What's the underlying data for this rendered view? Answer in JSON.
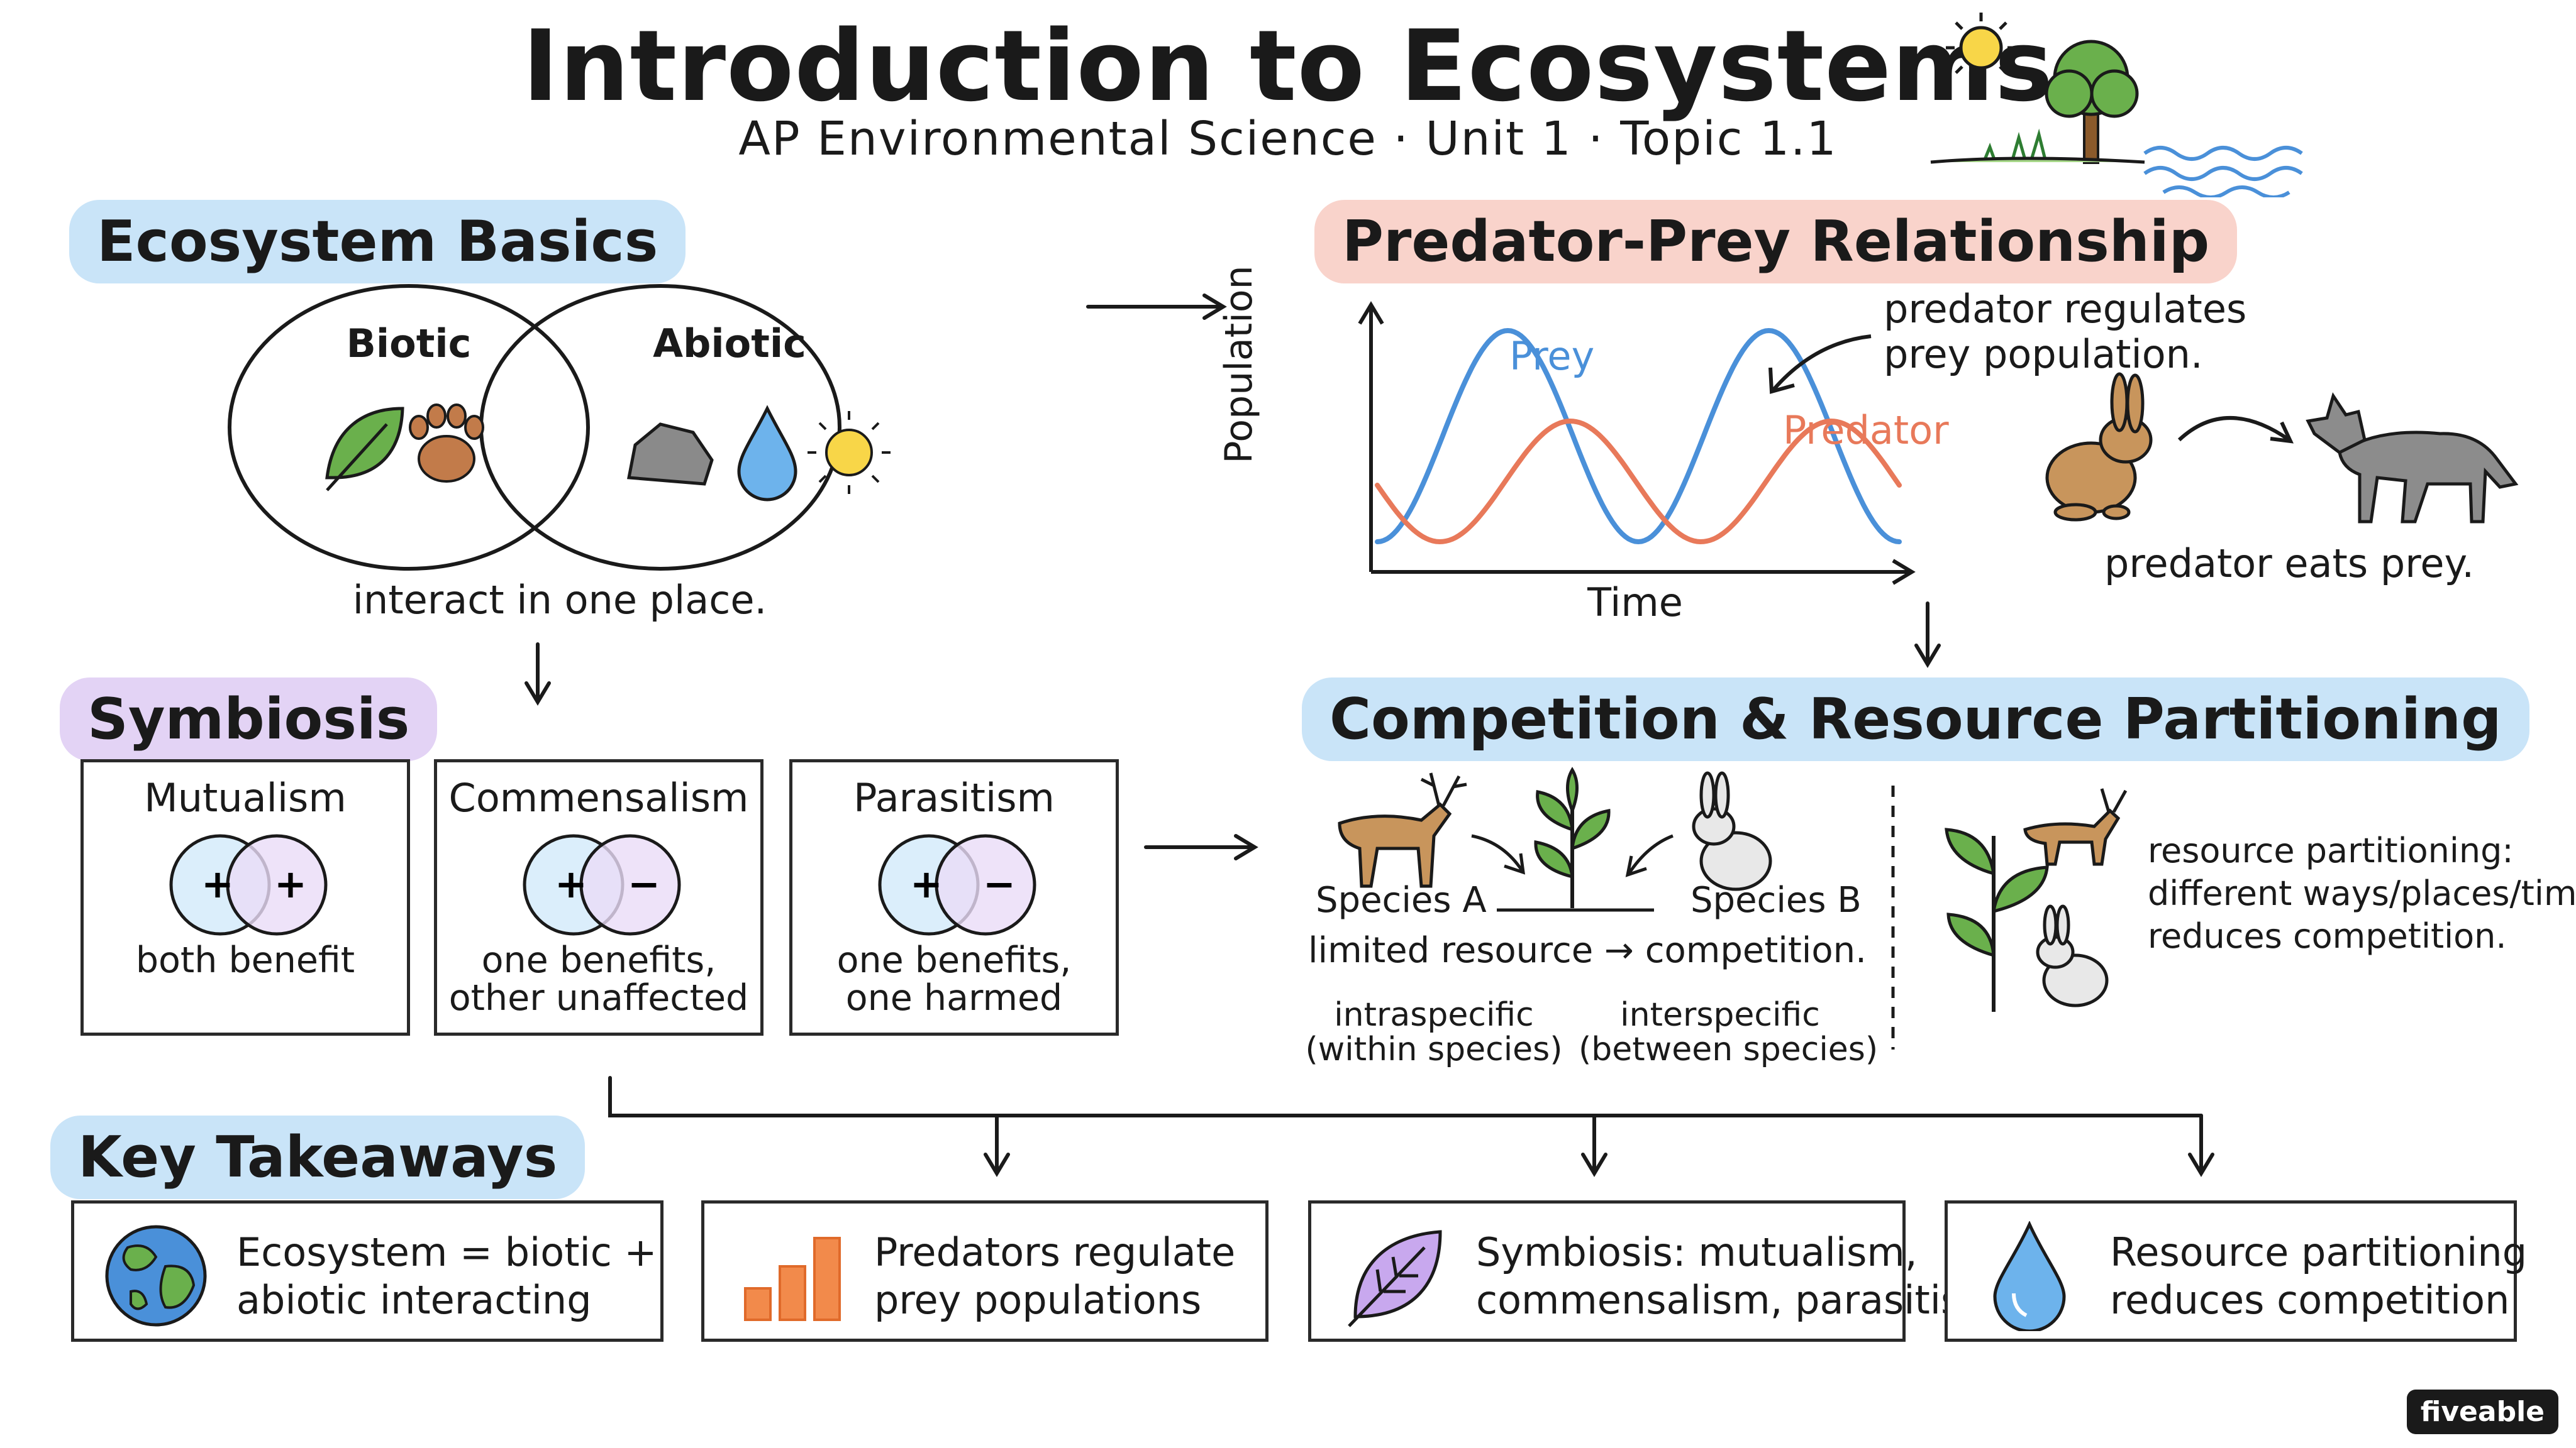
{
  "header": {
    "title": "Introduction to Ecosystems",
    "subtitle": "AP Environmental Science · Unit 1 · Topic 1.1"
  },
  "ecosystem_basics": {
    "heading": "Ecosystem Basics",
    "biotic_label": "Biotic",
    "abiotic_label": "Abiotic",
    "caption": "interact in one place.",
    "biotic_icons": [
      "leaf-icon",
      "paw-icon"
    ],
    "abiotic_icons": [
      "rock-icon",
      "water-drop-icon",
      "sun-icon"
    ]
  },
  "predator_prey": {
    "heading": "Predator-Prey Relationship",
    "y_label": "Population",
    "x_label": "Time",
    "prey_label": "Prey",
    "predator_label": "Predator",
    "regulation_note_line1": "predator regulates",
    "regulation_note_line2": "prey population.",
    "eats_caption": "predator eats prey.",
    "icons": [
      "rabbit-icon",
      "wolf-icon"
    ]
  },
  "chart_data": {
    "type": "line",
    "title": "",
    "xlabel": "Time",
    "ylabel": "Population",
    "series": [
      {
        "name": "Prey",
        "color": "#4a90d9",
        "shape": "sine",
        "peaks": 2,
        "amplitude": 0.84,
        "phase_offset": 0
      },
      {
        "name": "Predator",
        "color": "#e8795a",
        "shape": "sine",
        "peaks": 2,
        "amplitude": 0.48,
        "phase_offset": 0.12
      }
    ],
    "grid": false,
    "legend": "inline labels"
  },
  "symbiosis": {
    "heading": "Symbiosis",
    "cards": [
      {
        "title": "Mutualism",
        "left_sign": "+",
        "right_sign": "+",
        "line1": "both benefit",
        "line2": ""
      },
      {
        "title": "Commensalism",
        "left_sign": "+",
        "right_sign": "−",
        "line1": "one benefits,",
        "line2": "other unaffected"
      },
      {
        "title": "Parasitism",
        "left_sign": "+",
        "right_sign": "−",
        "line1": "one benefits,",
        "line2": "one harmed"
      }
    ]
  },
  "competition": {
    "heading": "Competition & Resource Partitioning",
    "species_a": "Species A",
    "species_b": "Species B",
    "limited_resource": "limited resource → competition.",
    "intraspecific": "intraspecific",
    "intraspecific_note": "(within species)",
    "interspecific": "interspecific",
    "interspecific_note": "(between species)",
    "partitioning_line1": "resource partitioning:",
    "partitioning_line2": "different ways/places/times",
    "partitioning_line3": "reduces competition.",
    "icons": [
      "deer-icon",
      "sprout-icon",
      "rabbit-icon",
      "plant-icon"
    ]
  },
  "key_takeaways": {
    "heading": "Key Takeaways",
    "items": [
      {
        "line1": "Ecosystem = biotic +",
        "line2": "abiotic interacting",
        "icon": "globe-icon"
      },
      {
        "line1": "Predators regulate",
        "line2": "prey populations",
        "icon": "bar-chart-icon"
      },
      {
        "line1": "Symbiosis: mutualism,",
        "line2": "commensalism, parasitism",
        "icon": "leaf-icon"
      },
      {
        "line1": "Resource partitioning",
        "line2": "reduces competition",
        "icon": "water-drop-icon"
      }
    ]
  },
  "branding": {
    "logo": "fiveable"
  },
  "colors": {
    "blue_highlight": "#c9e4f8",
    "red_highlight": "#f9d3cb",
    "purple_highlight": "#e3d3f5",
    "prey_line": "#4a90d9",
    "predator_line": "#e8795a",
    "circle_blue": "#dbeefb",
    "circle_purple": "#eadcf7"
  }
}
